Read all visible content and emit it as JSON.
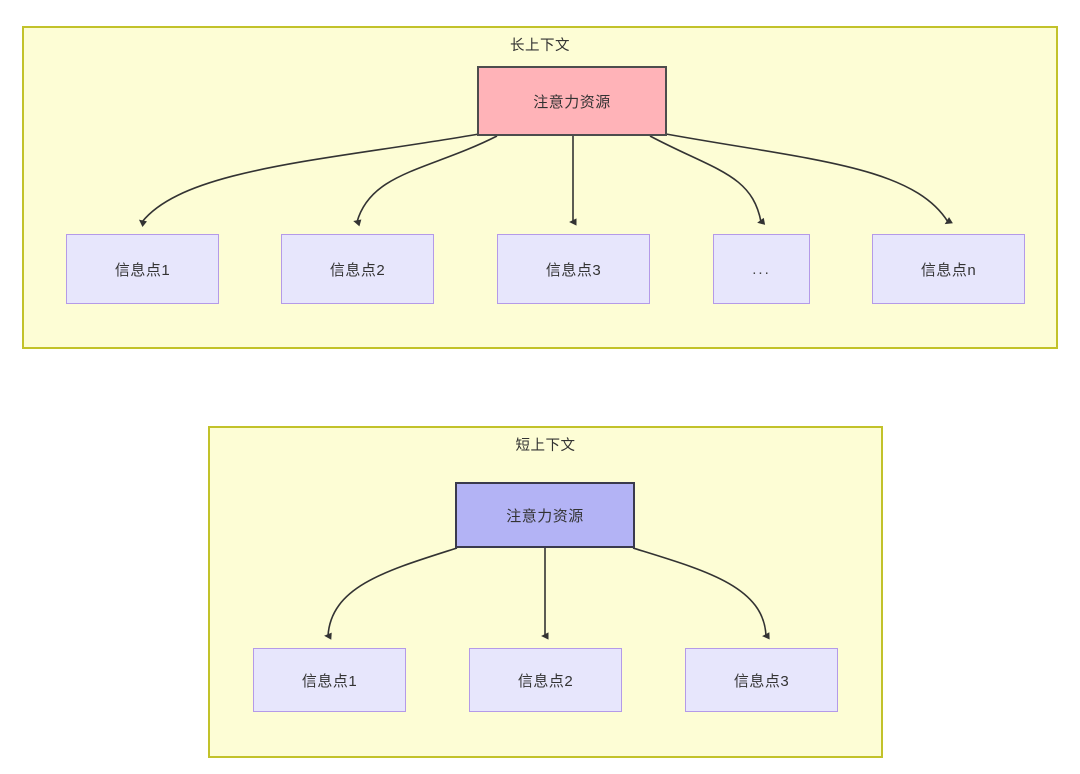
{
  "diagram": {
    "title_long": "长上下文",
    "title_short": "短上下文",
    "groups": [
      {
        "id": "long-context",
        "label": "长上下文",
        "root": {
          "label": "注意力资源",
          "fill": "#ffb3b8",
          "stroke": "#4d4d4d"
        },
        "children": [
          {
            "label": "信息点1"
          },
          {
            "label": "信息点2"
          },
          {
            "label": "信息点3"
          },
          {
            "label": "..."
          },
          {
            "label": "信息点n"
          }
        ]
      },
      {
        "id": "short-context",
        "label": "短上下文",
        "root": {
          "label": "注意力资源",
          "fill": "#b3b3f5",
          "stroke": "#3a3a4d"
        },
        "children": [
          {
            "label": "信息点1"
          },
          {
            "label": "信息点2"
          },
          {
            "label": "信息点3"
          }
        ]
      }
    ],
    "colors": {
      "group_fill": "#fdfdd5",
      "group_stroke": "#c2c22a",
      "node_fill": "#e7e6fc",
      "node_stroke": "#b49ae8",
      "edge_stroke": "#333333",
      "text": "#333333"
    }
  }
}
